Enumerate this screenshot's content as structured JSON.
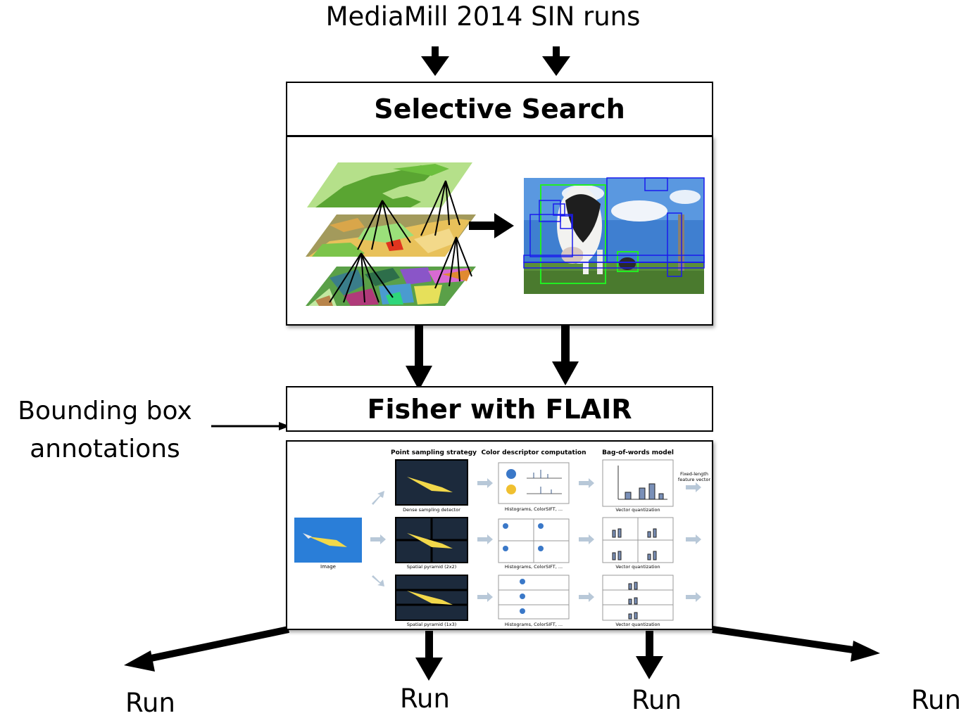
{
  "title": "MediaMill 2014 SIN runs",
  "selective_search": {
    "label": "Selective Search"
  },
  "fisher": {
    "label": "Fisher with FLAIR"
  },
  "side_note": {
    "line1": "Bounding box",
    "line2": "annotations"
  },
  "flair_panel": {
    "headers": [
      "Point sampling strategy",
      "Color descriptor computation",
      "Bag-of-words model"
    ],
    "image_caption": "Image",
    "fixed_vector": [
      "Fixed-length",
      "feature vector"
    ],
    "rows": [
      {
        "sampling": "Dense sampling detector",
        "descriptor": "Histograms, ColorSIFT, ...",
        "bow": "Vector quantization"
      },
      {
        "sampling": "Spatial pyramid (2x2)",
        "descriptor": "Histograms, ColorSIFT, ...",
        "bow": "Vector quantization"
      },
      {
        "sampling": "Spatial pyramid (1x3)",
        "descriptor": "Histograms, ColorSIFT, ...",
        "bow": "Vector quantization"
      }
    ]
  },
  "runs": [
    "Run",
    "Run",
    "Run",
    "Run"
  ],
  "colors": {
    "green": "#22ee22",
    "blue": "#1a1aee",
    "arrow": "#000000"
  }
}
